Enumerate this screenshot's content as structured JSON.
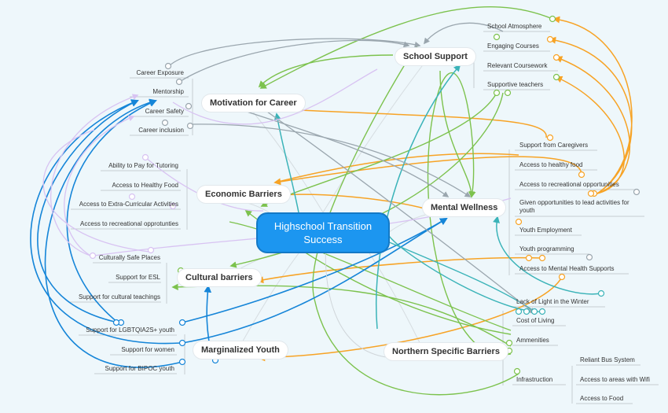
{
  "colors": {
    "background": "#eef7fb",
    "center": "#1c96f0",
    "orange": "#f7a325",
    "green": "#7cc24d",
    "blue": "#23a8e6",
    "gray": "#9aa6ae",
    "lavender": "#d8c3f2",
    "teal": "#3ab3b8",
    "darkblue": "#1585d8"
  },
  "center": {
    "line1": "Highschool Transition",
    "line2": "Success"
  },
  "topics": {
    "school_support": "School Support",
    "motivation": "Motivation for Career",
    "economic": "Economic Barriers",
    "mental": "Mental Wellness",
    "cultural": "Cultural barriers",
    "marginalized": "Marginalized Youth",
    "northern": "Northern Specific Barriers"
  },
  "school_support_items": [
    "School Atmosphere",
    "Engaging Courses",
    "Relevant Coursework",
    "Supportive teachers"
  ],
  "motivation_items": [
    "Career Exposure",
    "Mentorship",
    "Career Safety",
    "Career inclusion"
  ],
  "economic_items": [
    "Ability to Pay for Tutoring",
    "Access to Healthy Food",
    "Access to Extra-Curricular Activities",
    "Access to recreational opprotunties"
  ],
  "mental_items": [
    "Support from Caregivers",
    "Access to healthy food",
    "Access to recreational opportunities",
    "Given opportunities to lead activities for youth",
    "Youth Employment",
    "Youth programming",
    "Access to Mental Health Supports"
  ],
  "cultural_items": [
    "Culturally Safe Places",
    "Support for ESL",
    "Support for cultural teachings"
  ],
  "marginalized_items": [
    "Support for LGBTQIA2S+ youth",
    "Support for women",
    "Support for BIPOC youth"
  ],
  "northern_items": [
    "Lack of Light in the Winter",
    "Cost of Living",
    "Ammenities",
    "Infrastruction"
  ],
  "infrastructure_items": [
    "Reliant Bus System",
    "Access to areas with Wifi",
    "Access to Food"
  ]
}
